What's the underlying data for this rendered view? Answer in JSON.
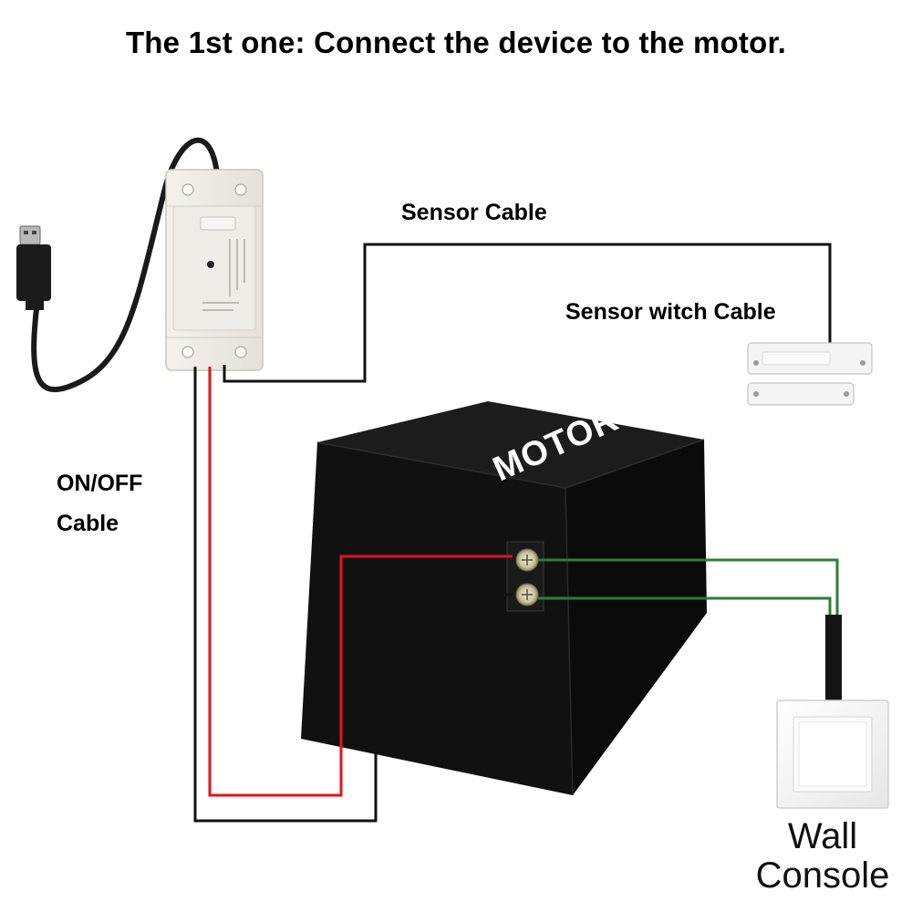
{
  "title": "The 1st one: Connect the device to the motor.",
  "labels": {
    "sensor_cable": "Sensor Cable",
    "sensor_switch_cable": "Sensor witch Cable",
    "onoff_line1": "ON/OFF",
    "onoff_line2": "Cable",
    "wall_line1": "Wall",
    "wall_line2": "Console",
    "motor": "MOTOR"
  },
  "colors": {
    "red_wire": "#e3141b",
    "black_wire": "#111111",
    "green_wire": "#2e7d3a",
    "motor_body": "#141414"
  }
}
